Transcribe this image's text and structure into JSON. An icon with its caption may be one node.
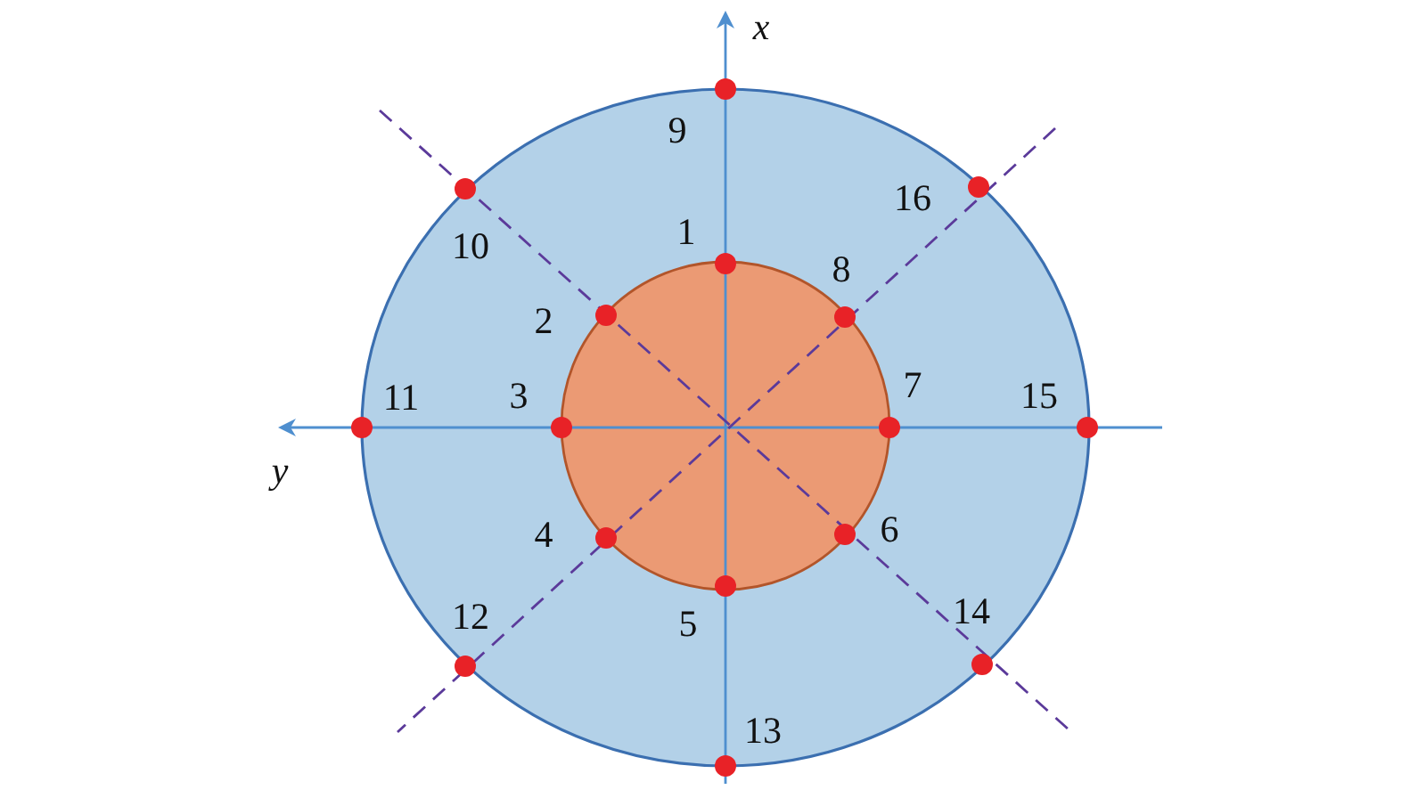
{
  "diagram": {
    "labels": [
      "x",
      "9",
      "16",
      "10",
      "1",
      "8",
      "2",
      "11",
      "3",
      "7",
      "15",
      "y",
      "4",
      "6",
      "12",
      "5",
      "14",
      "13"
    ]
  }
}
